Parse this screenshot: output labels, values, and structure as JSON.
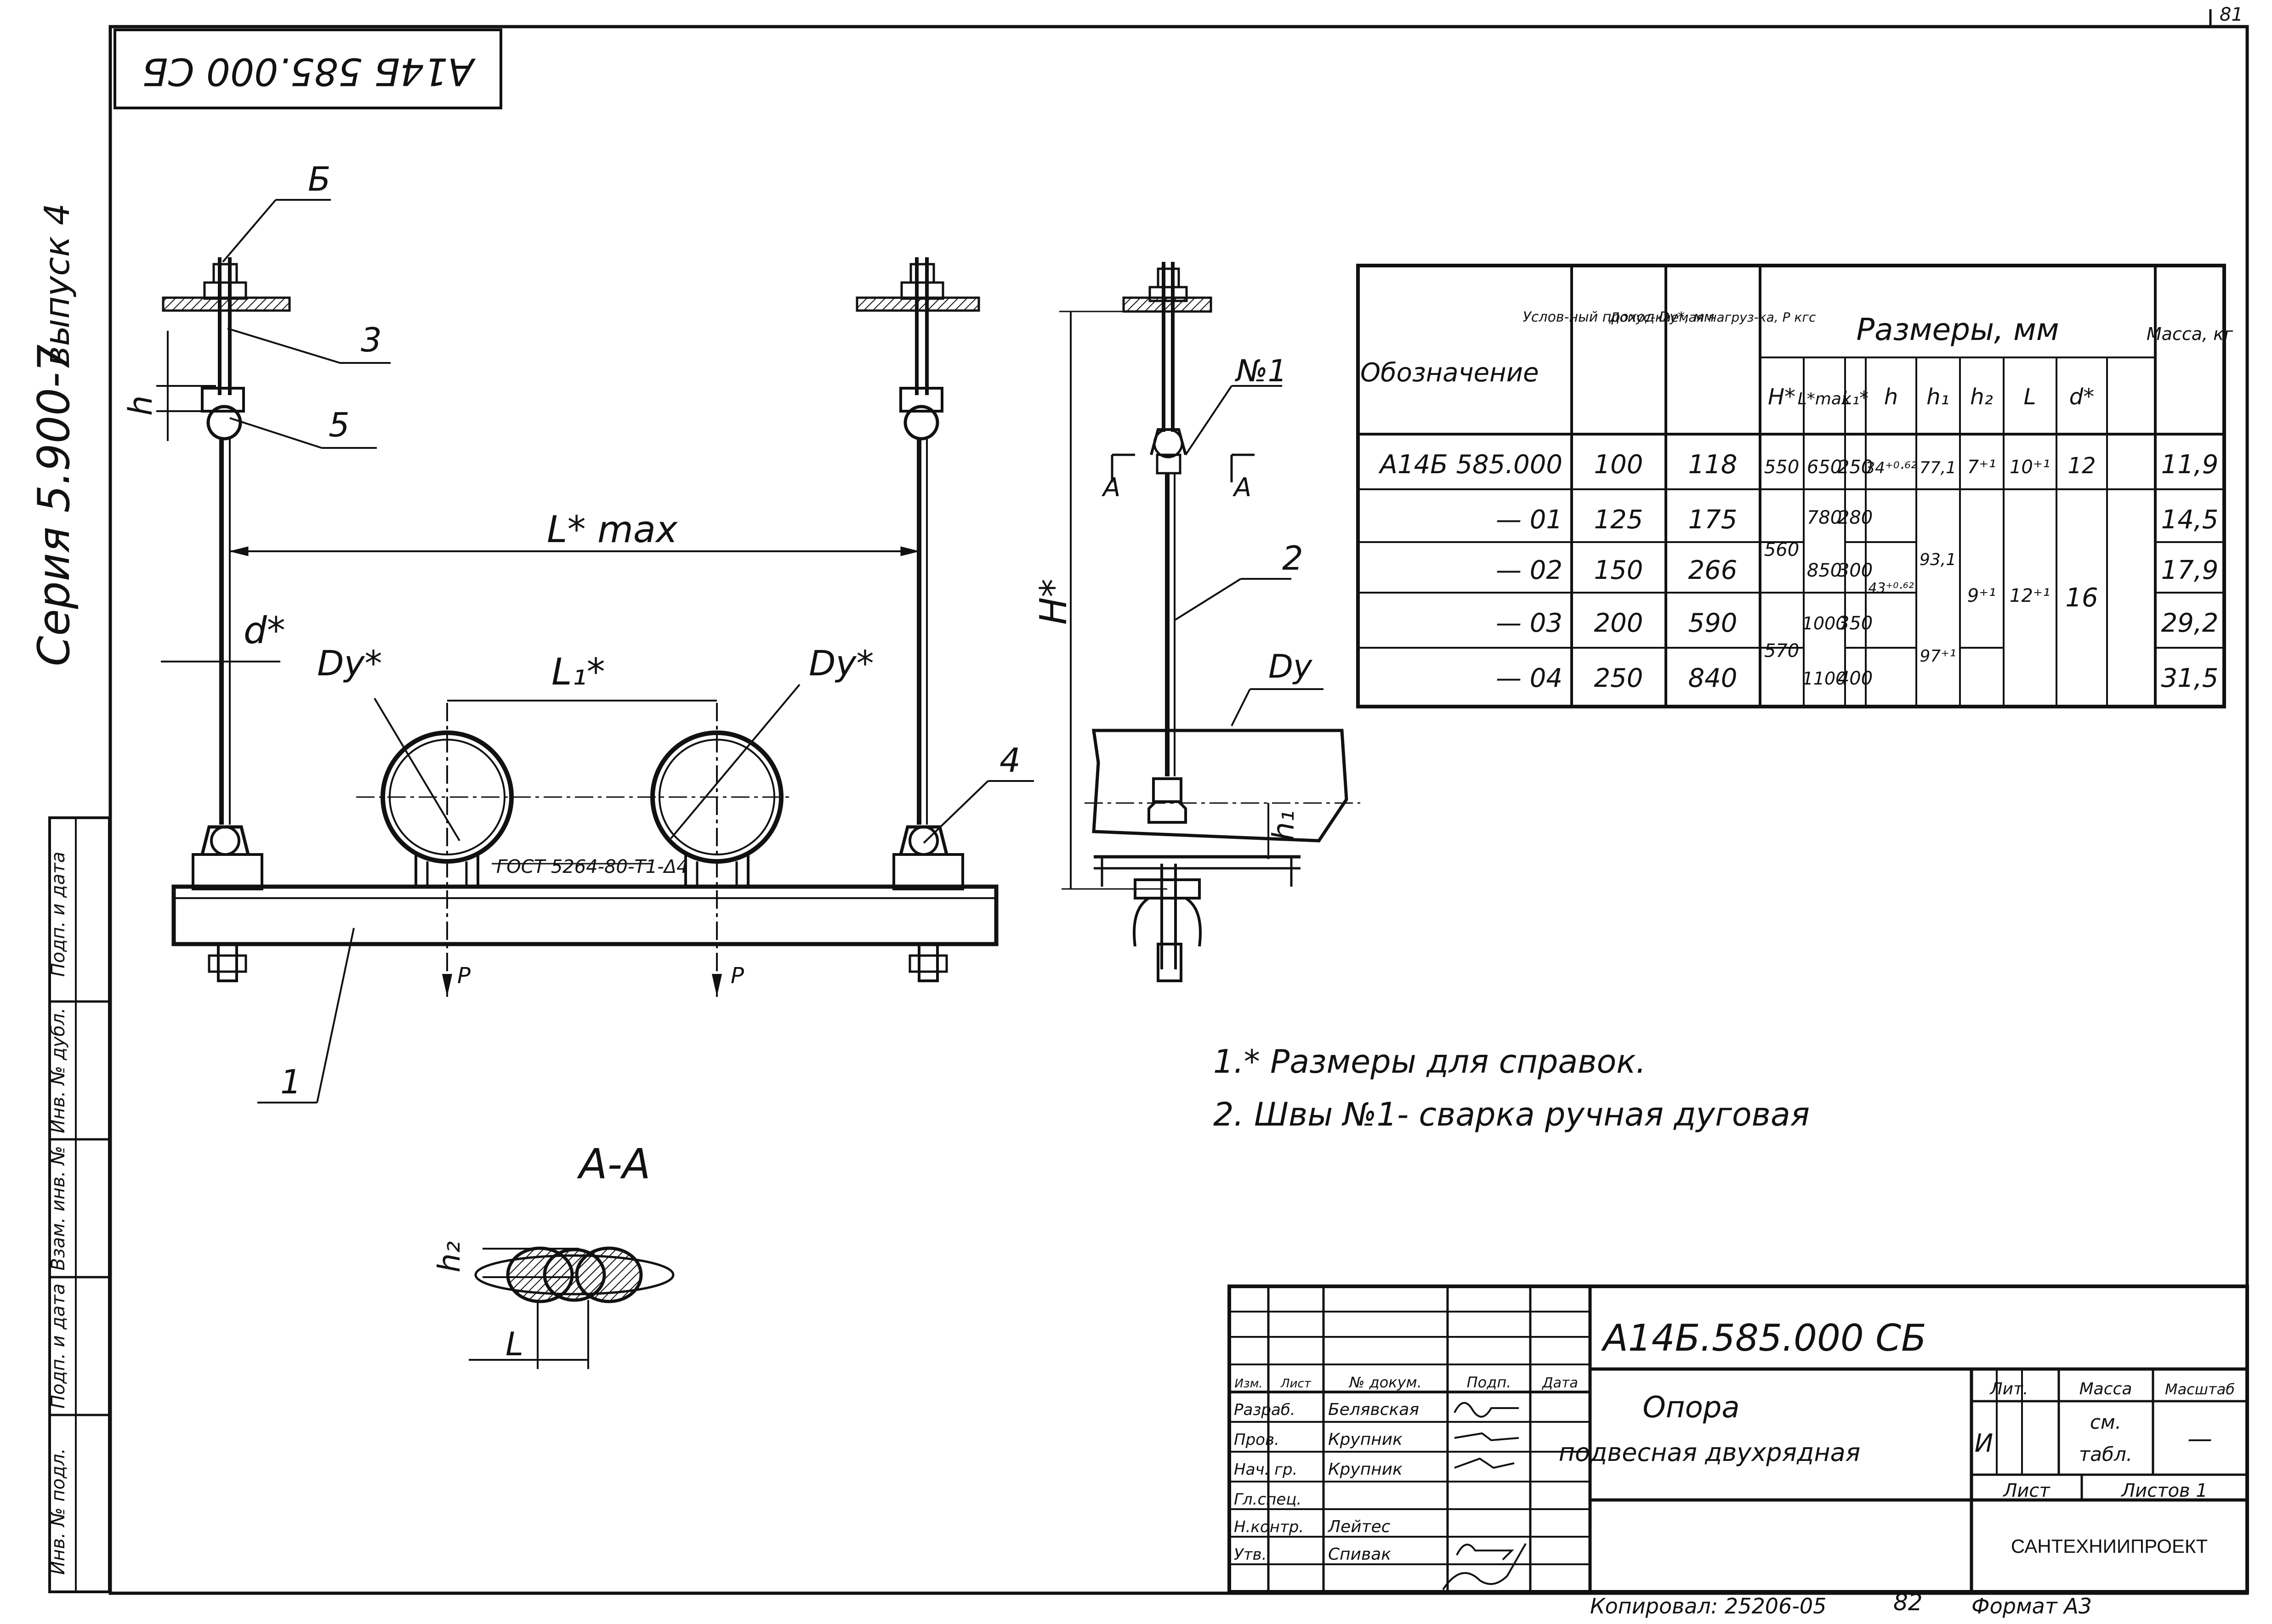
{
  "page_number": "81",
  "doc_code_top": "А14Б 585.000 СБ",
  "side": {
    "series": "Серия 5.900-7",
    "issue": "выпуск 4",
    "stamps": [
      "Инв. № подл.",
      "Подп. и дата",
      "Взам. инв. №",
      "Инв. № дубл.",
      "Подп. и дата"
    ]
  },
  "front_view": {
    "labels": {
      "b": "Б",
      "p3": "3",
      "p5": "5",
      "h": "h",
      "lmax": "L* max",
      "d": "d*",
      "dy1": "Dy*",
      "dy2": "Dy*",
      "l1": "L₁*",
      "p4": "4",
      "p1": "1",
      "gost": "ГОСТ 5264-80-Т1-Δ4",
      "p_left": "P",
      "p_right": "P"
    }
  },
  "side_view": {
    "labels": {
      "n1": "№1",
      "a_left": "A",
      "a_right": "A",
      "h_star": "H*",
      "p2": "2",
      "dy": "Dy",
      "h1": "h₁"
    }
  },
  "section": {
    "title": "А-А",
    "h2": "h₂",
    "l": "L"
  },
  "table": {
    "h_designation": "Обозначение",
    "h_dy": "Услов-ный проход Dy*, мм",
    "h_load": "Допус-каемая нагруз-ка, P кгс",
    "h_dims": "Размеры, мм",
    "h_mass": "Масса, кг",
    "sub": [
      "H*",
      "L*max",
      "L₁*",
      "h",
      "h₁",
      "h₂",
      "L",
      "d*"
    ],
    "rows": [
      {
        "des": "А14Б 585.000",
        "dy": "100",
        "p": "118",
        "lmax": "650",
        "l1": "250",
        "mass": "11,9"
      },
      {
        "des": "— 01",
        "dy": "125",
        "p": "175",
        "lmax": "780",
        "l1": "280",
        "mass": "14,5"
      },
      {
        "des": "— 02",
        "dy": "150",
        "p": "266",
        "lmax": "850",
        "l1": "300",
        "mass": "17,9"
      },
      {
        "des": "— 03",
        "dy": "200",
        "p": "590",
        "lmax": "1000",
        "l1": "350",
        "mass": "29,2"
      },
      {
        "des": "— 04",
        "dy": "250",
        "p": "840",
        "lmax": "1100",
        "l1": "400",
        "mass": "31,5"
      }
    ],
    "merged": {
      "H1": "550",
      "H2": "560",
      "H3": "570",
      "h1v": "34⁺⁰·⁶²",
      "h2v": "43⁺⁰·⁶²",
      "hh1a": "77,1",
      "hh1b": "93,1",
      "hh1c": "97⁺¹",
      "h2a": "7⁺¹",
      "h2b": "9⁺¹",
      "La": "10⁺¹",
      "Lb": "12⁺¹",
      "da": "12",
      "db": "16"
    }
  },
  "notes": [
    "1.* Размеры для справок.",
    "2. Швы №1- сварка ручная дуговая"
  ],
  "title_block": {
    "code": "А14Б.585.000 СБ",
    "name1": "Опора",
    "name2": "подвесная двухрядная",
    "lit_h": "Лит.",
    "mass_h": "Масса",
    "scale_h": "Масштаб",
    "lit": "И",
    "mass1": "см.",
    "mass2": "табл.",
    "scale": "—",
    "sheet": "Лист",
    "sheets": "Листов 1",
    "org": "САНТЕХНИИПРОЕКТ",
    "head": [
      "Изм.",
      "Лист",
      "№ докум.",
      "Подп.",
      "Дата"
    ],
    "roles": [
      {
        "role": "Разраб.",
        "name": "Белявская"
      },
      {
        "role": "Пров.",
        "name": "Крупник"
      },
      {
        "role": "Нач. гр.",
        "name": "Крупник"
      },
      {
        "role": "Гл.спец.",
        "name": ""
      },
      {
        "role": "Н.контр.",
        "name": "Лейтес"
      },
      {
        "role": "Утв.",
        "name": "Спивак"
      }
    ]
  },
  "footer": {
    "copied": "Копировал: 25206-05",
    "num": "82",
    "format": "Формат А3"
  }
}
